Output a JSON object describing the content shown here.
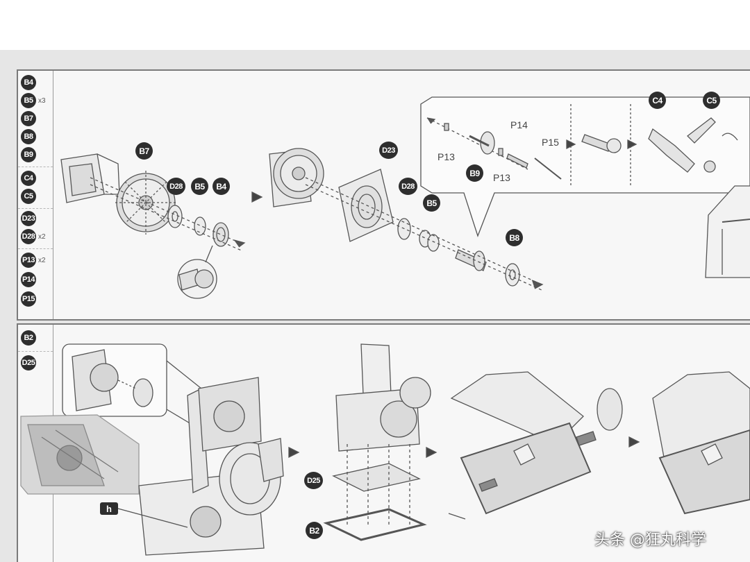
{
  "step_a": {
    "legend": [
      {
        "code": "B4",
        "qty": ""
      },
      {
        "code": "B5",
        "qty": "x3"
      },
      {
        "code": "B7",
        "qty": ""
      },
      {
        "code": "B8",
        "qty": ""
      },
      {
        "code": "B9",
        "qty": ""
      },
      {
        "code": "C4",
        "qty": ""
      },
      {
        "code": "C5",
        "qty": ""
      },
      {
        "code": "D23",
        "qty": ""
      },
      {
        "code": "D28",
        "qty": "x2"
      },
      {
        "code": "P13",
        "qty": "x2"
      },
      {
        "code": "P14",
        "qty": ""
      },
      {
        "code": "P15",
        "qty": ""
      }
    ],
    "callouts": {
      "b7": "B7",
      "d28_a": "D28",
      "b5_a": "B5",
      "b4": "B4",
      "d23": "D23",
      "d28_b": "D28",
      "b5_b": "B5",
      "b8": "B8",
      "c4": "C4",
      "c5": "C5",
      "b9": "B9"
    },
    "labels": {
      "p13_a": "P13",
      "p14": "P14",
      "p15": "P15",
      "p13_b": "P13"
    }
  },
  "step_b": {
    "legend": [
      {
        "code": "B2",
        "qty": ""
      },
      {
        "code": "D25",
        "qty": ""
      }
    ],
    "callouts": {
      "d25": "D25",
      "b2": "B2"
    },
    "tag": "h"
  },
  "watermark": "头条 @狂丸科学",
  "colors": {
    "sheet": "#e6e6e6",
    "panel": "#f7f7f7",
    "badge": "#2e2e2e",
    "line": "#555555"
  }
}
